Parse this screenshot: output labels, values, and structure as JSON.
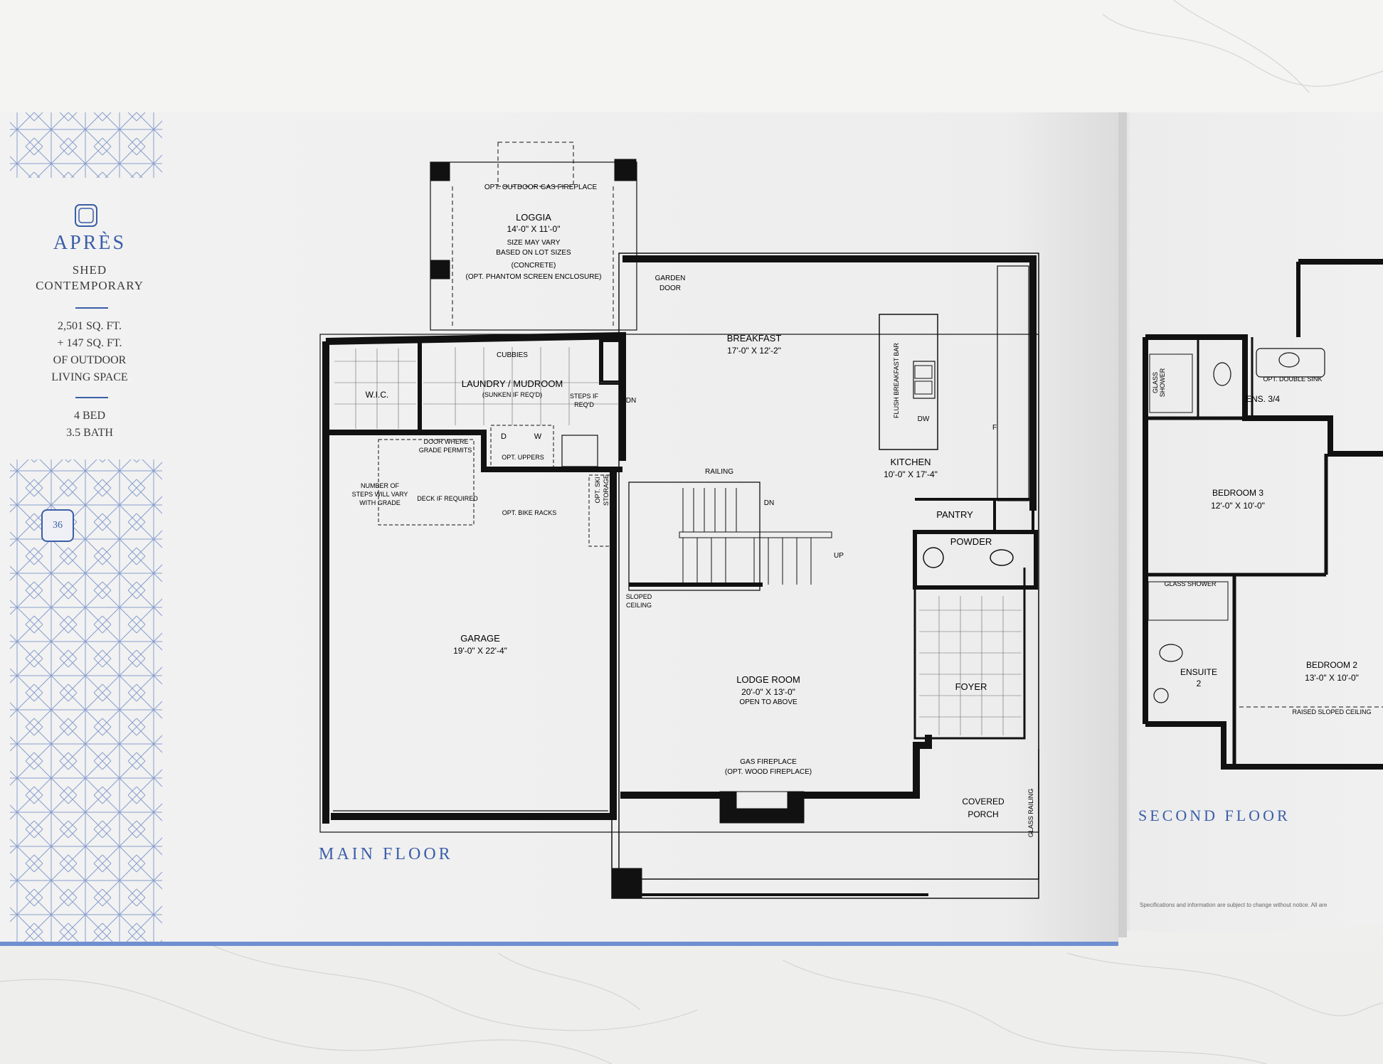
{
  "brochure": {
    "model_name": "APRÈS",
    "style_line1": "SHED",
    "style_line2": "CONTEMPORARY",
    "area_line1": "2,501 SQ. FT.",
    "area_line2": "+ 147 SQ. FT.",
    "area_line3": "OF OUTDOOR",
    "area_line4": "LIVING SPACE",
    "beds": "4 BED",
    "baths": "3.5 BATH",
    "page_number": "36",
    "accent_color": "#3b5ea8"
  },
  "main_floor": {
    "label": "MAIN FLOOR",
    "rooms": {
      "loggia_name": "LOGGIA",
      "loggia_size": "14'-0\" X 11'-0\"",
      "loggia_note1": "SIZE MAY VARY",
      "loggia_note2": "BASED ON LOT SIZES",
      "loggia_note3": "(CONCRETE)",
      "loggia_note4": "(OPT. PHANTOM SCREEN ENCLOSURE)",
      "opt_fireplace": "OPT. OUTDOOR GAS FIREPLACE",
      "garden_door1": "GARDEN",
      "garden_door2": "DOOR",
      "breakfast_name": "BREAKFAST",
      "breakfast_size": "17'-0\" X 12'-2\"",
      "flush_bar": "FLUSH BREAKFAST BAR",
      "dw": "DW",
      "fridge": "F",
      "kitchen_name": "KITCHEN",
      "kitchen_size": "10'-0\" X 17'-4\"",
      "pantry": "PANTRY",
      "powder": "POWDER",
      "cubbies": "CUBBIES",
      "laundry_name": "LAUNDRY / MUDROOM",
      "laundry_note": "(SUNKEN IF REQ'D)",
      "wic": "W.I.C.",
      "steps_note1": "STEPS IF",
      "steps_note2": "REQ'D",
      "dn": "DN",
      "up": "UP",
      "washer_d": "D",
      "washer_w": "W",
      "opt_uppers": "OPT. UPPERS",
      "door_where1": "DOOR WHERE",
      "door_where2": "GRADE PERMITS",
      "steps_vary1": "NUMBER OF",
      "steps_vary2": "STEPS WILL VARY",
      "steps_vary3": "WITH GRADE",
      "deck": "DECK IF REQUIRED",
      "bike_racks": "OPT. BIKE RACKS",
      "ski_storage1": "OPT. SKI",
      "ski_storage2": "STORAGE",
      "railing": "RAILING",
      "sloped1": "SLOPED",
      "sloped2": "CEILING",
      "garage_name": "GARAGE",
      "garage_size": "19'-0\" X 22'-4\"",
      "lodge_name": "LODGE ROOM",
      "lodge_size": "20'-0\" X 13'-0\"",
      "lodge_note": "OPEN TO ABOVE",
      "foyer": "FOYER",
      "gas_fp1": "GAS FIREPLACE",
      "gas_fp2": "(OPT. WOOD FIREPLACE)",
      "porch1": "COVERED",
      "porch2": "PORCH",
      "glass_railing": "GLASS RAILING"
    }
  },
  "second_floor": {
    "label": "SECOND FLOOR",
    "rooms": {
      "glass_shower": "GLASS SHOWER",
      "opt_double_sink": "OPT. DOUBLE SINK",
      "ens34": "ENS. 3/4",
      "bedroom3_name": "BEDROOM 3",
      "bedroom3_size": "12'-0\" X 10'-0\"",
      "glass_shower2": "GLASS SHOWER",
      "ensuite1": "ENSUITE",
      "ensuite2": "2",
      "bedroom2_name": "BEDROOM 2",
      "bedroom2_size": "13'-0\" X 10'-0\"",
      "raised_ceiling": "RAISED SLOPED CEILING"
    },
    "disclaimer": "Specifications and information are subject to change without notice. All are"
  }
}
